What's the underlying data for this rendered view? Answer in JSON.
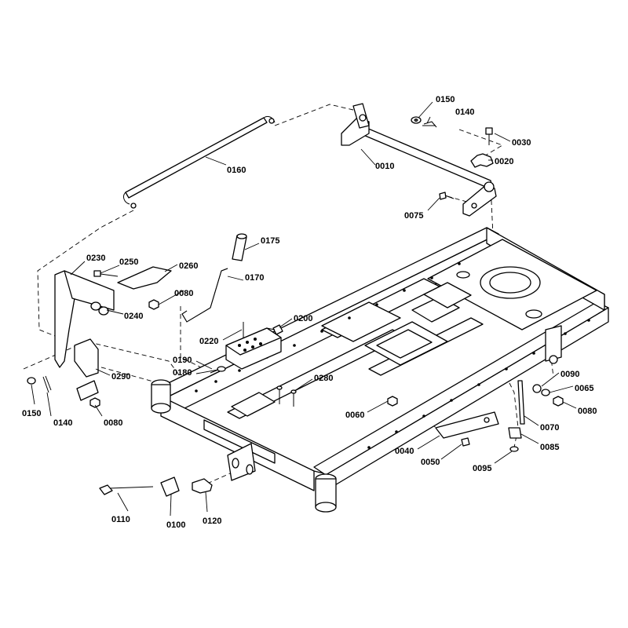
{
  "diagram": {
    "callouts": [
      {
        "id": "0010",
        "text": "0010"
      },
      {
        "id": "0020",
        "text": "0020"
      },
      {
        "id": "0030",
        "text": "0030"
      },
      {
        "id": "0040",
        "text": "0040"
      },
      {
        "id": "0050",
        "text": "0050"
      },
      {
        "id": "0060",
        "text": "0060"
      },
      {
        "id": "0065",
        "text": "0065"
      },
      {
        "id": "0070",
        "text": "0070"
      },
      {
        "id": "0075",
        "text": "0075"
      },
      {
        "id": "0080a",
        "text": "0080"
      },
      {
        "id": "0080b",
        "text": "0080"
      },
      {
        "id": "0080c",
        "text": "0080"
      },
      {
        "id": "0085",
        "text": "0085"
      },
      {
        "id": "0090",
        "text": "0090"
      },
      {
        "id": "0095",
        "text": "0095"
      },
      {
        "id": "0100",
        "text": "0100"
      },
      {
        "id": "0110",
        "text": "0110"
      },
      {
        "id": "0120",
        "text": "0120"
      },
      {
        "id": "0140a",
        "text": "0140"
      },
      {
        "id": "0140b",
        "text": "0140"
      },
      {
        "id": "0150a",
        "text": "0150"
      },
      {
        "id": "0150b",
        "text": "0150"
      },
      {
        "id": "0160",
        "text": "0160"
      },
      {
        "id": "0170",
        "text": "0170"
      },
      {
        "id": "0175",
        "text": "0175"
      },
      {
        "id": "0180",
        "text": "0180"
      },
      {
        "id": "0190",
        "text": "0190"
      },
      {
        "id": "0200",
        "text": "0200"
      },
      {
        "id": "0220",
        "text": "0220"
      },
      {
        "id": "0230",
        "text": "0230"
      },
      {
        "id": "0240",
        "text": "0240"
      },
      {
        "id": "0250",
        "text": "0250"
      },
      {
        "id": "0260",
        "text": "0260"
      },
      {
        "id": "0280",
        "text": "0280"
      },
      {
        "id": "0290",
        "text": "0290"
      }
    ]
  }
}
